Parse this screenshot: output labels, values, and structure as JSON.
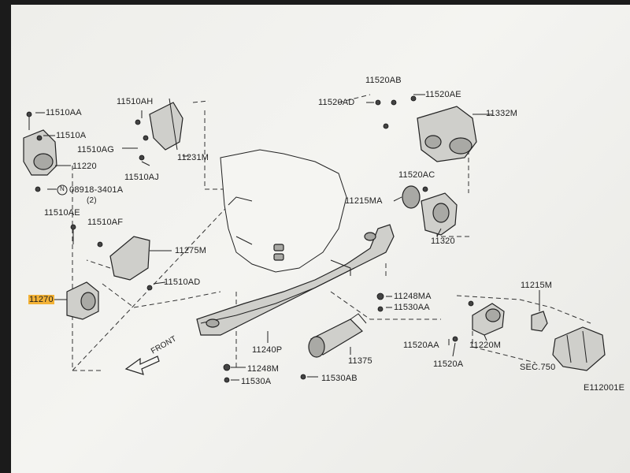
{
  "labels": {
    "p11510AA": "11510AA",
    "p11510A": "11510A",
    "p11510AG": "11510AG",
    "p11220": "11220",
    "p08918": "08918-3401A",
    "p08918qty": "(2)",
    "pN": "N",
    "p11510AH": "11510AH",
    "p11231M": "11231M",
    "p11510AJ": "11510AJ",
    "p11510AE": "11510AE",
    "p11510AF": "11510AF",
    "p11275M": "11275M",
    "p11510AD": "11510AD",
    "p11270": "11270",
    "p11520AB": "11520AB",
    "p11520AE": "11520AE",
    "p11520AD": "11520AD",
    "p11332M": "11332M",
    "p11520AC": "11520AC",
    "p11215MA": "11215MA",
    "p11320": "11320",
    "p11248MA": "11248MA",
    "p11530AA": "11530AA",
    "p11240P": "11240P",
    "p11375": "11375",
    "p11248M": "11248M",
    "p11530A": "11530A",
    "p11530AB": "11530AB",
    "p11215M": "11215M",
    "p11520AA": "11520AA",
    "p11220M": "11220M",
    "p11520A": "11520A",
    "pSEC750": "SEC.750",
    "front": "FRONT",
    "figure_id": "E112001E"
  },
  "colors": {
    "highlight": "#f3b236",
    "paper": "#f1f1ee",
    "ink": "#1e1e1e"
  }
}
